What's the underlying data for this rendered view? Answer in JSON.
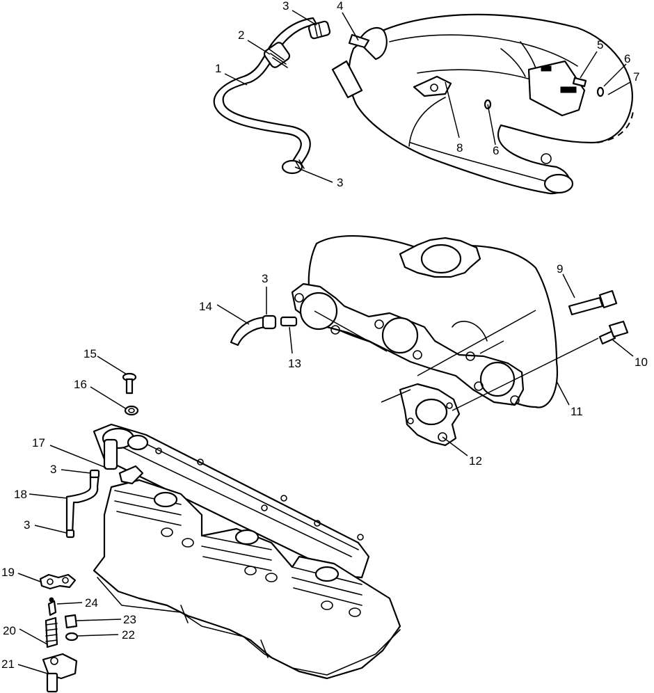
{
  "callouts": [
    {
      "id": "c1",
      "label": "1"
    },
    {
      "id": "c2",
      "label": "2"
    },
    {
      "id": "c3a",
      "label": "3"
    },
    {
      "id": "c3b",
      "label": "3"
    },
    {
      "id": "c4",
      "label": "4"
    },
    {
      "id": "c5",
      "label": "5"
    },
    {
      "id": "c6a",
      "label": "6"
    },
    {
      "id": "c7",
      "label": "7"
    },
    {
      "id": "c8",
      "label": "8"
    },
    {
      "id": "c6b",
      "label": "6"
    },
    {
      "id": "c3c",
      "label": "3"
    },
    {
      "id": "c9",
      "label": "9"
    },
    {
      "id": "c14",
      "label": "14"
    },
    {
      "id": "c13",
      "label": "13"
    },
    {
      "id": "c10",
      "label": "10"
    },
    {
      "id": "c11",
      "label": "11"
    },
    {
      "id": "c12",
      "label": "12"
    },
    {
      "id": "c15",
      "label": "15"
    },
    {
      "id": "c16",
      "label": "16"
    },
    {
      "id": "c17",
      "label": "17"
    },
    {
      "id": "c3d",
      "label": "3"
    },
    {
      "id": "c18",
      "label": "18"
    },
    {
      "id": "c3e",
      "label": "3"
    },
    {
      "id": "c19",
      "label": "19"
    },
    {
      "id": "c24",
      "label": "24"
    },
    {
      "id": "c23",
      "label": "23"
    },
    {
      "id": "c20",
      "label": "20"
    },
    {
      "id": "c22",
      "label": "22"
    },
    {
      "id": "c21",
      "label": "21"
    }
  ]
}
